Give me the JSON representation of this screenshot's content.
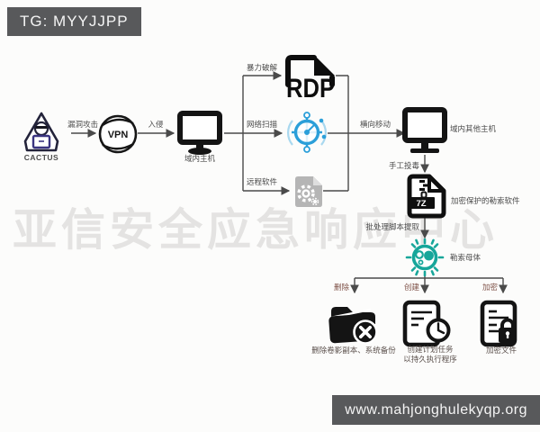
{
  "header": {
    "badge": "TG: MYYJJPP"
  },
  "footer": {
    "url": "www.mahjonghulekyqp.org"
  },
  "watermark": "亚信安全应急响应中心",
  "diagram": {
    "actor": {
      "label": "CACTUS"
    },
    "vpn": {
      "label": "VPN"
    },
    "edges": {
      "exploit": "漏洞攻击",
      "intrusion": "入侵",
      "bruteforce": "暴力破解",
      "netscan": "网络扫描",
      "remote_software": "远程软件",
      "lateral": "横向移动",
      "manual_poison": "手工投毒",
      "batch_extract": "批处理脚本提取",
      "delete": "删除",
      "create": "创建",
      "encrypt": "加密"
    },
    "nodes": {
      "domain_host": "域内主机",
      "rdp": "RDP",
      "other_hosts": "域内其他主机",
      "sevenz": "7Z",
      "protected_ransomware": "加密保护的勒索软件",
      "ransom_parent": "勒索母体",
      "delete_caption": "删除卷影副本、系统备份",
      "create_caption_line1": "创建计划任务",
      "create_caption_line2": "以持久执行程序",
      "encrypt_caption": "加密文件"
    },
    "colors": {
      "bar_background": "#58595b",
      "line": "#4a4a4a",
      "icon_black": "#141414",
      "scan_blue": "#2b9fd9",
      "gear_gray": "#b5b5b5",
      "virus_teal": "#17a69a",
      "watermark_gray": "#e4e3e2",
      "action_label_red": "#7d4f45"
    }
  }
}
